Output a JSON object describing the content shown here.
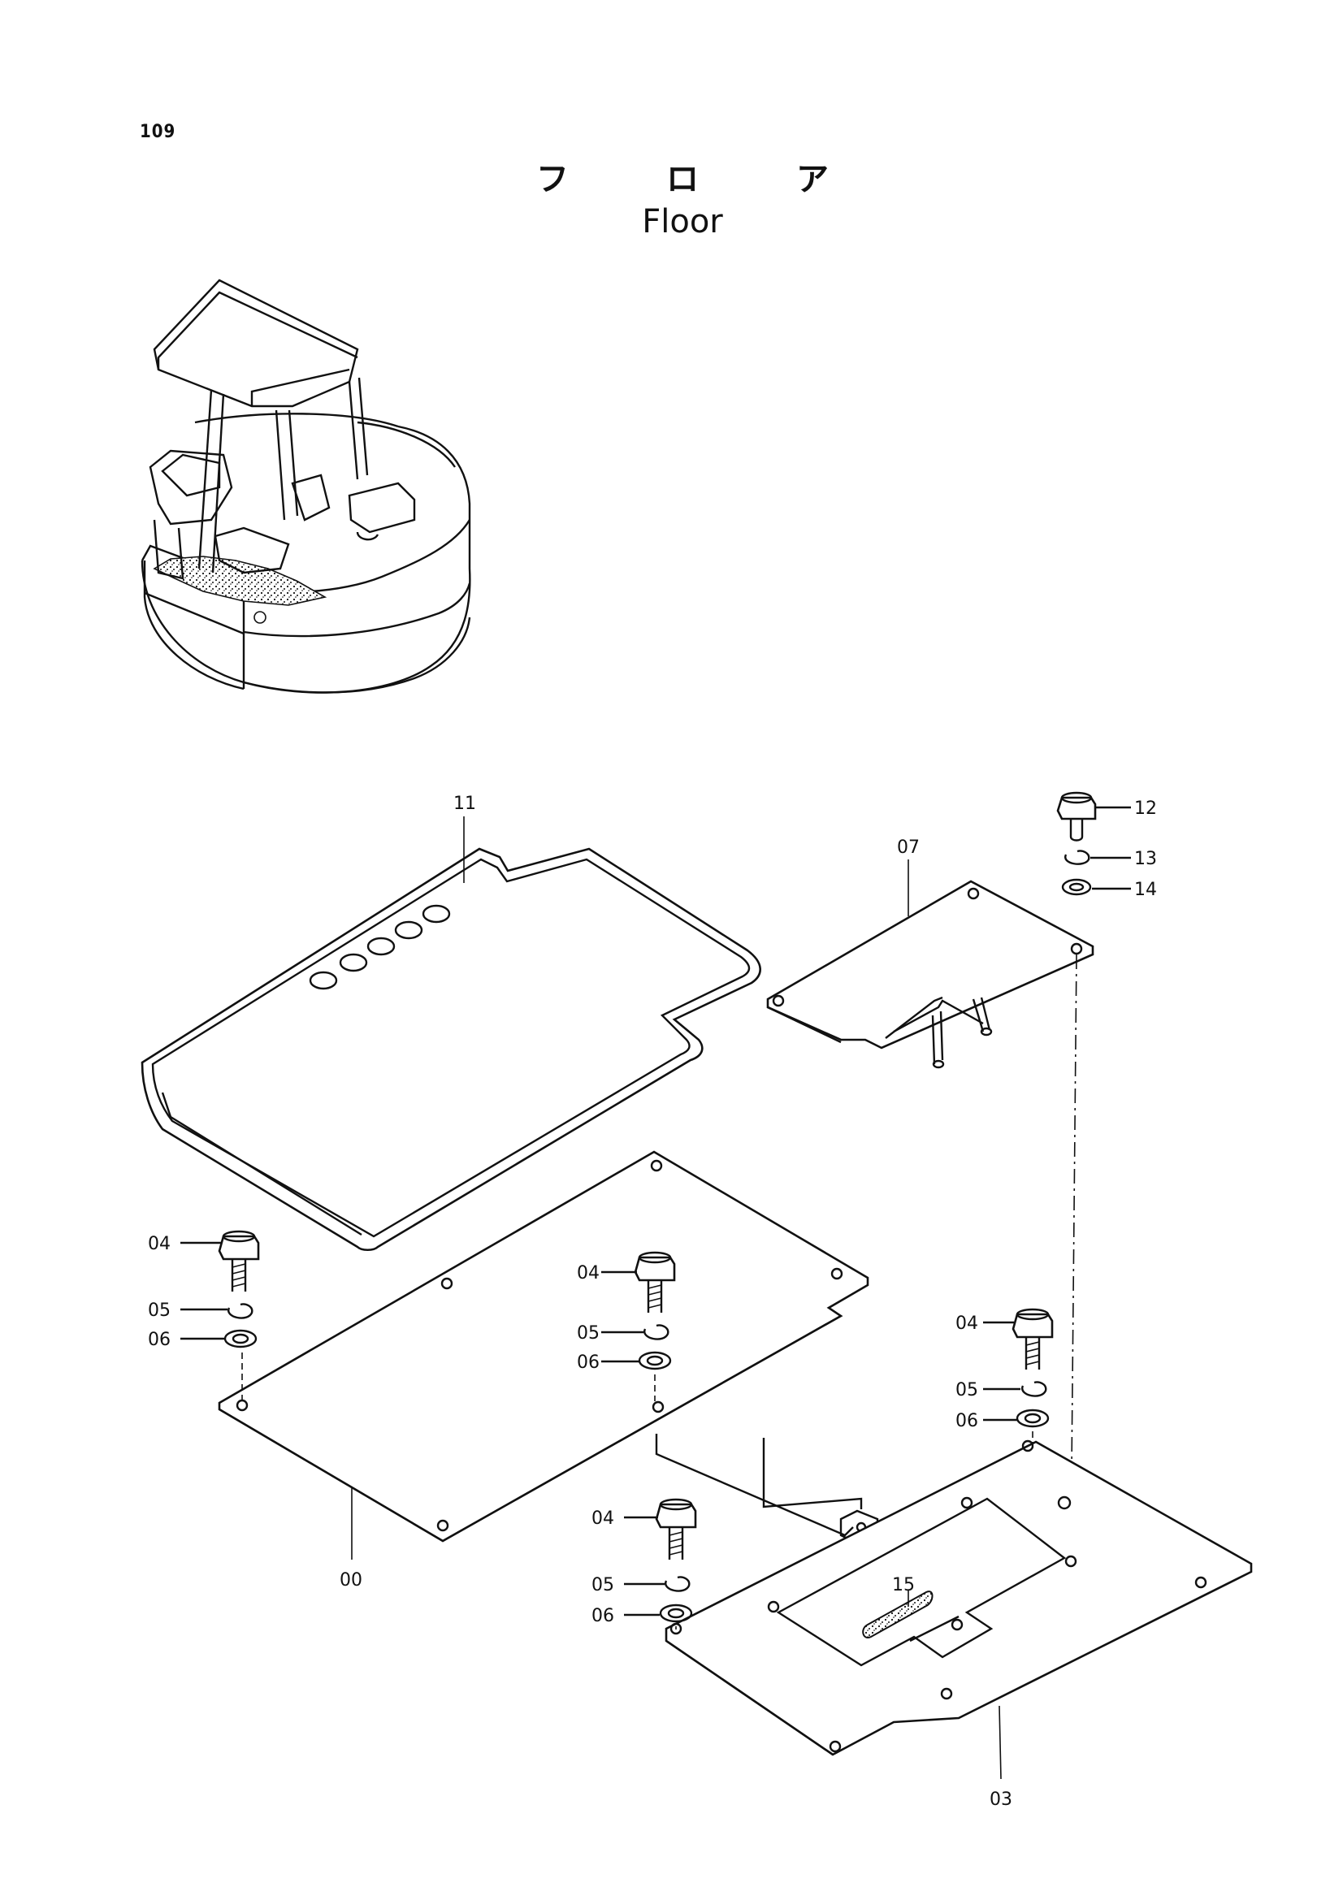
{
  "page": {
    "number": "109",
    "title_jp": [
      "フ",
      "ロ",
      "ア"
    ],
    "title_en": "Floor"
  },
  "parts": {
    "p00": "00",
    "p03": "03",
    "p04": "04",
    "p05": "05",
    "p06": "06",
    "p07": "07",
    "p11": "11",
    "p12": "12",
    "p13": "13",
    "p14": "14",
    "p15": "15"
  },
  "colors": {
    "ink": "#111111",
    "paper": "#ffffff"
  }
}
